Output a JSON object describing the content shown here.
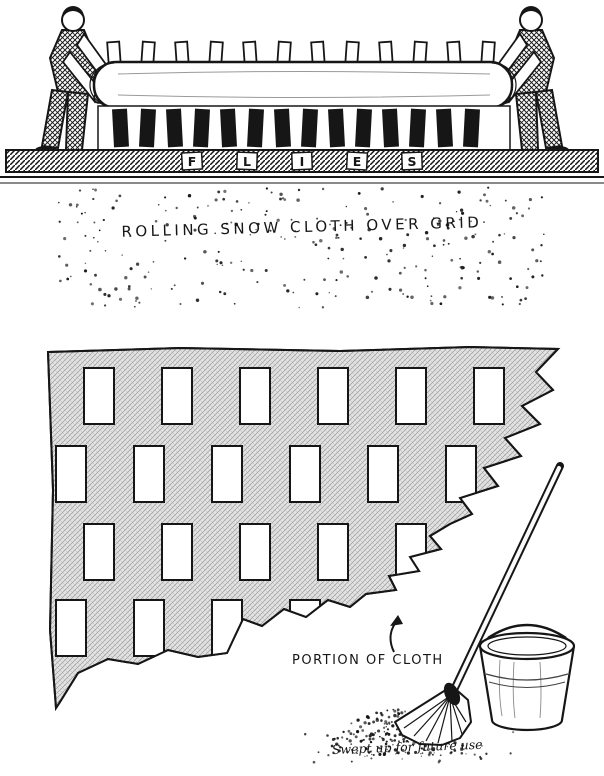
{
  "page": {
    "background": "#ffffff",
    "ink": "#161616"
  },
  "top_illustration": {
    "caption": "ROLLING SNOW CLOTH OVER GRID",
    "flies_letters": [
      "F",
      "L",
      "I",
      "E",
      "S"
    ]
  },
  "bottom_illustration": {
    "cloth_label": "PORTION OF CLOTH",
    "swept_caption": "Swept up for future use"
  }
}
